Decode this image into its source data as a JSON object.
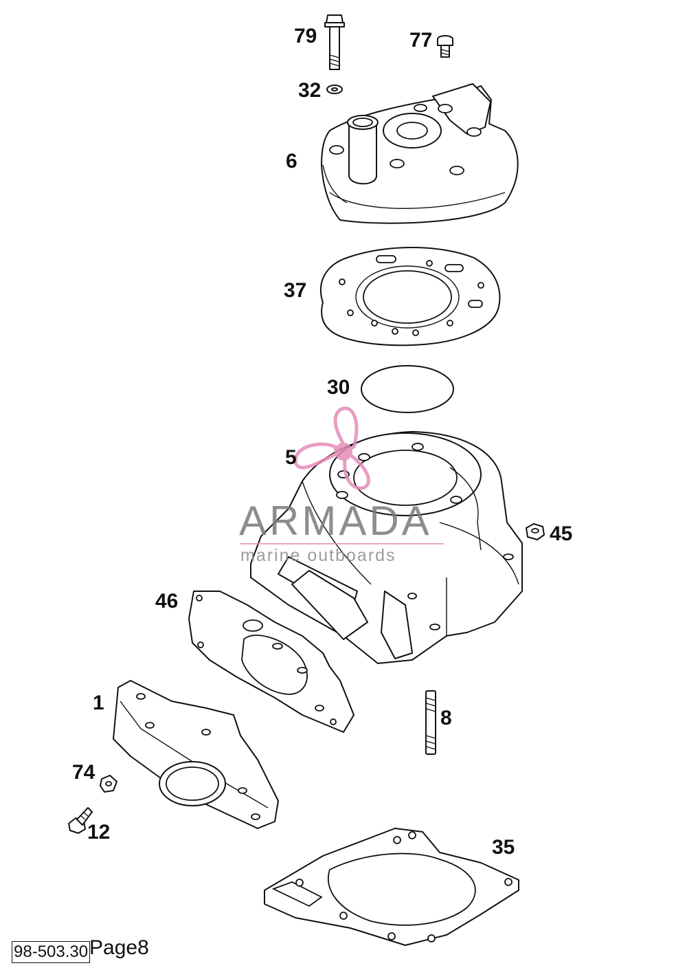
{
  "diagram": {
    "callouts": [
      {
        "id": "79",
        "text": "79"
      },
      {
        "id": "77",
        "text": "77"
      },
      {
        "id": "32",
        "text": "32"
      },
      {
        "id": "6",
        "text": "6"
      },
      {
        "id": "37",
        "text": "37"
      },
      {
        "id": "30",
        "text": "30"
      },
      {
        "id": "5",
        "text": "5"
      },
      {
        "id": "45",
        "text": "45"
      },
      {
        "id": "46",
        "text": "46"
      },
      {
        "id": "1",
        "text": "1"
      },
      {
        "id": "8",
        "text": "8"
      },
      {
        "id": "74",
        "text": "74"
      },
      {
        "id": "12",
        "text": "12"
      },
      {
        "id": "35",
        "text": "35"
      }
    ],
    "watermark": {
      "title": "ARMADA",
      "subtitle": "marine outboards",
      "accent_color": "#e58db9"
    },
    "footer": {
      "reference": "98-503.30",
      "page": "Page8"
    }
  }
}
